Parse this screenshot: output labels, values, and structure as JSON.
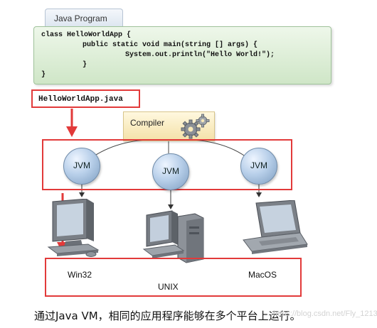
{
  "program": {
    "tab_label": "Java Program",
    "code": {
      "line1": "class HelloWorldApp {",
      "line2": "public static void main(string [] args) {",
      "line3": "System.out.println(\"Hello World!\");",
      "line4": "}",
      "line5": "}"
    }
  },
  "source_file": "HelloWorldApp.java",
  "compiler": {
    "label": "Compiler",
    "icon": "gears-icon"
  },
  "jvms": [
    {
      "label": "JVM"
    },
    {
      "label": "JVM"
    },
    {
      "label": "JVM"
    }
  ],
  "platforms": [
    {
      "label": "Win32",
      "icon": "pc-monitor-icon"
    },
    {
      "label": "UNIX",
      "icon": "server-tower-icon"
    },
    {
      "label": "MacOS",
      "icon": "laptop-icon"
    }
  ],
  "caption": "通过Java VM，相同的应用程序能够在多个平台上运行。",
  "watermark": "https://blog.csdn.net/Fly_1213",
  "colors": {
    "highlight": "#e23a3a",
    "code_bg": "#dcebd6",
    "compiler_bg": "#f7e8b8",
    "jvm": "#9db8d8"
  }
}
